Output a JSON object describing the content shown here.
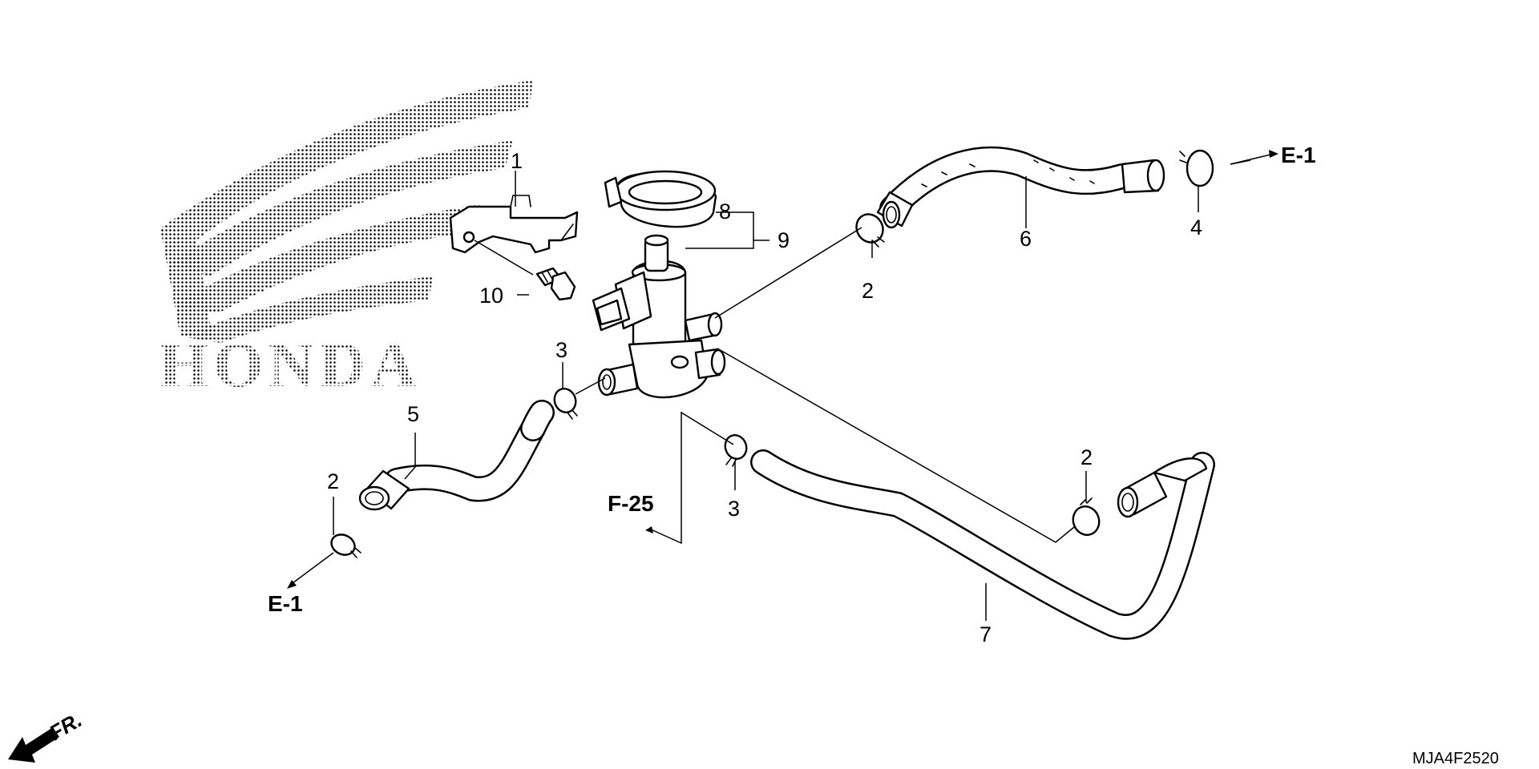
{
  "watermark": {
    "text": "HONDA"
  },
  "callouts": {
    "c1": "1",
    "c2a": "2",
    "c2b": "2",
    "c2c": "2",
    "c3a": "3",
    "c3b": "3",
    "c4": "4",
    "c5": "5",
    "c6": "6",
    "c7": "7",
    "c8": "8",
    "c9": "9",
    "c10": "10"
  },
  "references": {
    "e1_right": "E-1",
    "e1_left": "E-1",
    "f25": "F-25"
  },
  "direction": {
    "label": "FR."
  },
  "diagram_code": "MJA4F2520"
}
